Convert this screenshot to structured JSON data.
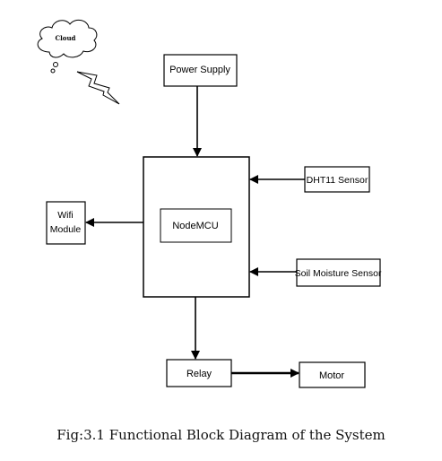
{
  "diagram": {
    "cloud_label": "Cloud",
    "blocks": {
      "power_supply": "Power Supply",
      "nodemcu": "NodeMCU",
      "wifi_line1": "Wifi",
      "wifi_line2": "Module",
      "dht11": "DHT11 Sensor",
      "soil_moisture": "Soil Moisture Sensor",
      "relay": "Relay",
      "motor": "Motor"
    }
  },
  "caption": "Fig:3.1 Functional Block Diagram of the System"
}
